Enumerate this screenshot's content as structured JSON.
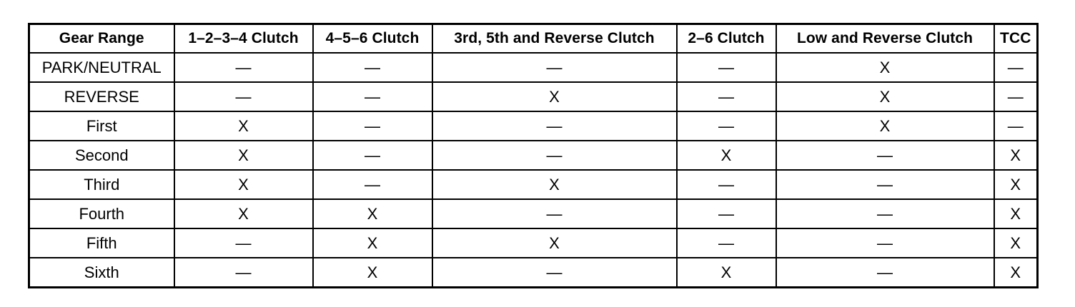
{
  "table": {
    "headers": [
      "Gear Range",
      "1–2–3–4 Clutch",
      "4–5–6 Clutch",
      "3rd, 5th and Reverse Clutch",
      "2–6 Clutch",
      "Low and Reverse Clutch",
      "TCC"
    ],
    "rows": [
      [
        "PARK/NEUTRAL",
        "—",
        "—",
        "—",
        "—",
        "X",
        "—"
      ],
      [
        "REVERSE",
        "—",
        "—",
        "X",
        "—",
        "X",
        "—"
      ],
      [
        "First",
        "X",
        "—",
        "—",
        "—",
        "X",
        "—"
      ],
      [
        "Second",
        "X",
        "—",
        "—",
        "X",
        "—",
        "X"
      ],
      [
        "Third",
        "X",
        "—",
        "X",
        "—",
        "—",
        "X"
      ],
      [
        "Fourth",
        "X",
        "X",
        "—",
        "—",
        "—",
        "X"
      ],
      [
        "Fifth",
        "—",
        "X",
        "X",
        "—",
        "—",
        "X"
      ],
      [
        "Sixth",
        "—",
        "X",
        "—",
        "X",
        "—",
        "X"
      ]
    ]
  }
}
